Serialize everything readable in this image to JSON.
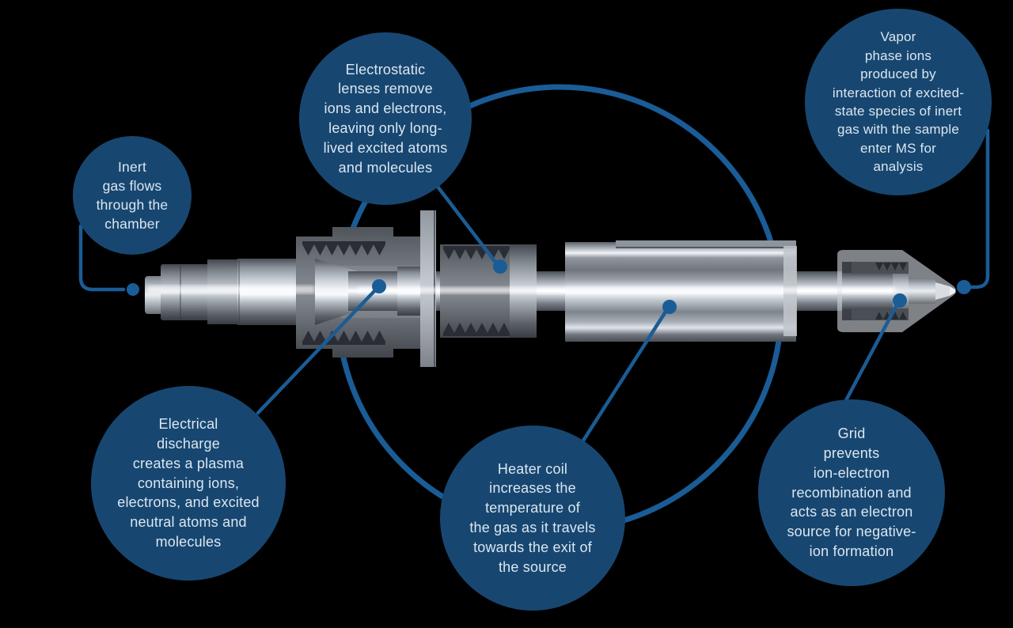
{
  "colors": {
    "background": "#000000",
    "callout_fill": "#174771",
    "connector": "#1A5C96",
    "text": "#DCE6EF"
  },
  "callouts": {
    "inert_gas": {
      "text": "Inert\ngas flows\nthrough the\nchamber"
    },
    "electrostatic_lenses": {
      "text": "Electrostatic\nlenses remove\nions and electrons,\nleaving only long-\nlived excited atoms\nand molecules"
    },
    "vapor_phase": {
      "text": "Vapor\nphase ions\nproduced by\ninteraction of excited-\nstate species of inert\ngas with the sample\nenter MS for\nanalysis"
    },
    "electrical_discharge": {
      "text": "Electrical\ndischarge\ncreates a plasma\ncontaining ions,\nelectrons, and excited\nneutral atoms and\nmolecules"
    },
    "heater_coil": {
      "text": "Heater coil\nincreases the\ntemperature of\nthe gas as it travels\ntowards the exit of\nthe source"
    },
    "grid": {
      "text": "Grid\nprevents\nion-electron\nrecombination and\nacts as an electron\nsource for negative-\nion formation"
    }
  }
}
